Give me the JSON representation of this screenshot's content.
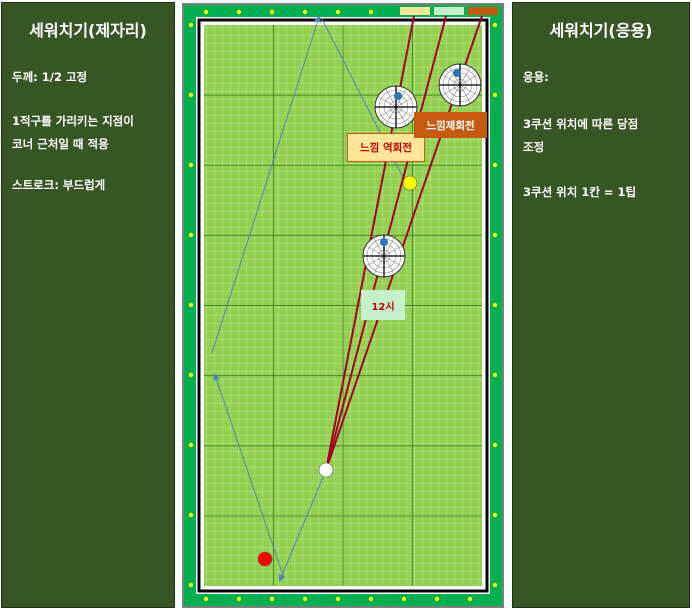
{
  "left_panel": {
    "title": "세워치기(제자리)",
    "lines": [
      "두께: 1/2 고정",
      "1적구를 가리키는 지점이",
      "코너 근처일 때 적용",
      "스트로크: 부드럽게"
    ]
  },
  "right_panel": {
    "title": "세워치기(응용)",
    "lines": [
      "응용:",
      "3쿠션 위치에 따른 당점",
      "조정",
      "3쿠션 위치 1칸 = 1팁"
    ]
  },
  "table": {
    "labels": {
      "reverse_spin": "느낌 역회전",
      "spin": "느낌제회전",
      "clock": "12시"
    },
    "colors": {
      "frame": "#00b050",
      "cloth": "#92d050",
      "rail": "#000000",
      "aim_line": "#a50021",
      "path": "#4f81bd",
      "swatch_yellow": "#ffe699",
      "swatch_light": "#c6efce",
      "swatch_orange": "#c55a11",
      "label_orange": "#c55a11",
      "label_cream": "#ffe699",
      "label_green": "#c6efce"
    },
    "balls": [
      {
        "name": "red-ball",
        "color": "#ff0000"
      },
      {
        "name": "white-ball",
        "color": "#ffffff"
      },
      {
        "name": "yellow-ball",
        "color": "#ffff00"
      }
    ]
  }
}
